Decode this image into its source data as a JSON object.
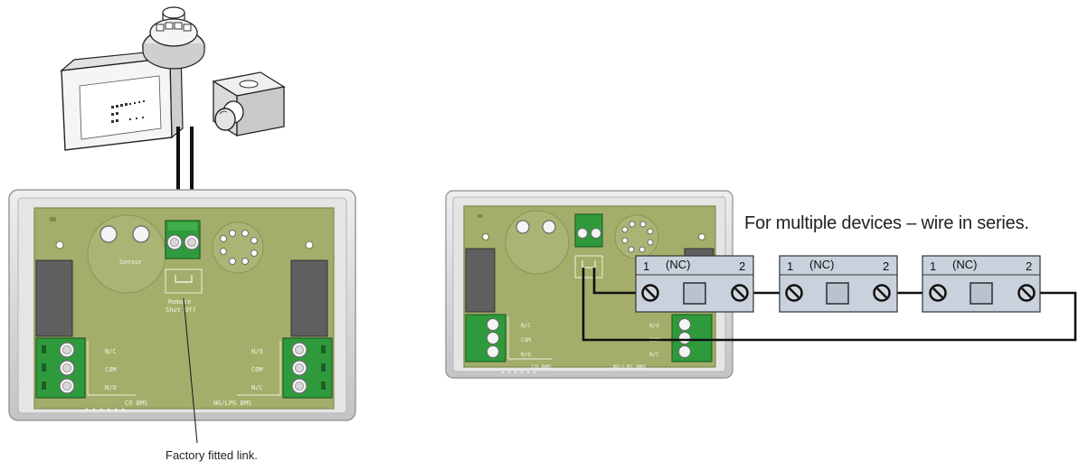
{
  "notes": {
    "series": "For multiple devices – wire in series.",
    "factory_link": "Factory fitted link."
  },
  "left_board": {
    "relay_left": [
      "N/C",
      "COM",
      "N/O"
    ],
    "relay_right": [
      "N/O",
      "COM",
      "N/C"
    ],
    "footer_left": "CO BMS",
    "footer_right": "NG/LPG BMS",
    "remote_label_1": "Remote",
    "remote_label_2": "Shut Off"
  },
  "right_board": {
    "relay_left": [
      "N/C",
      "COM",
      "N/O"
    ],
    "relay_right": [
      "N/O",
      "COM",
      "N/C"
    ],
    "footer_left": "CO BMS",
    "footer_right": "NG/LPG BMS"
  },
  "terminal_blocks": [
    {
      "left": "1",
      "mode": "(NC)",
      "right": "2"
    },
    {
      "left": "1",
      "mode": "(NC)",
      "right": "2"
    },
    {
      "left": "1",
      "mode": "(NC)",
      "right": "2"
    }
  ],
  "colors": {
    "pcb": "#a3ae6a",
    "pcb_edge": "#7f8a4d",
    "terminal_green": "#2f9a3c",
    "terminal_block": "#c9d1dc",
    "wire": "#111111",
    "enclosure": "#d9d9d9"
  },
  "icons": [
    "fire-panel-icon",
    "smoke-detector-icon",
    "emergency-stop-button-icon"
  ]
}
